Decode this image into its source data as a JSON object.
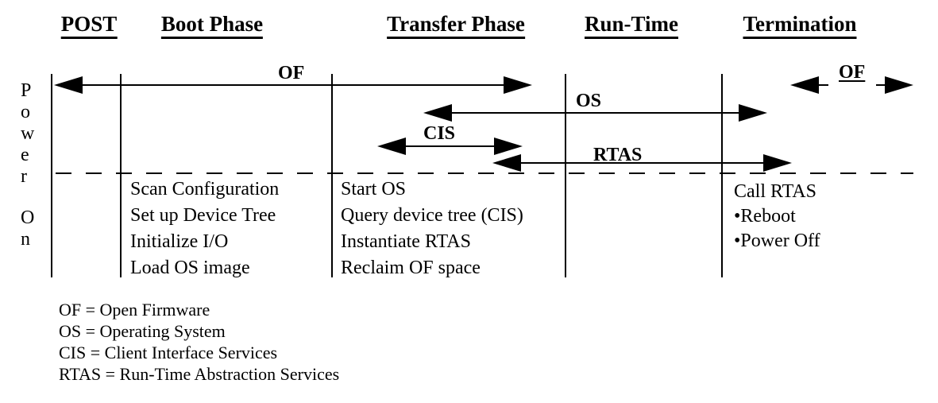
{
  "colors": {
    "ink": "#000000",
    "paper": "#ffffff"
  },
  "diagram": {
    "headers": [
      {
        "label": "POST"
      },
      {
        "label": "Boot Phase"
      },
      {
        "label": "Transfer Phase"
      },
      {
        "label": "Run-Time"
      },
      {
        "label": "Termination"
      }
    ],
    "y_axis": {
      "word1": "Power",
      "word2": "On"
    },
    "spans": {
      "of_boot": "OF",
      "os": "OS",
      "cis": "CIS",
      "rtas": "RTAS",
      "of_termination": "OF"
    },
    "boot_tasks": [
      "Scan Configuration",
      "Set up Device Tree",
      "Initialize I/O",
      "Load OS image"
    ],
    "transfer_tasks": [
      "Start OS",
      "Query device tree (CIS)",
      "Instantiate RTAS",
      "Reclaim OF space"
    ],
    "termination_tasks": [
      "Call RTAS",
      "•Reboot",
      "•Power Off"
    ],
    "legend": [
      "OF = Open Firmware",
      "OS = Operating System",
      "CIS = Client Interface Services",
      "RTAS = Run-Time Abstraction Services"
    ]
  }
}
